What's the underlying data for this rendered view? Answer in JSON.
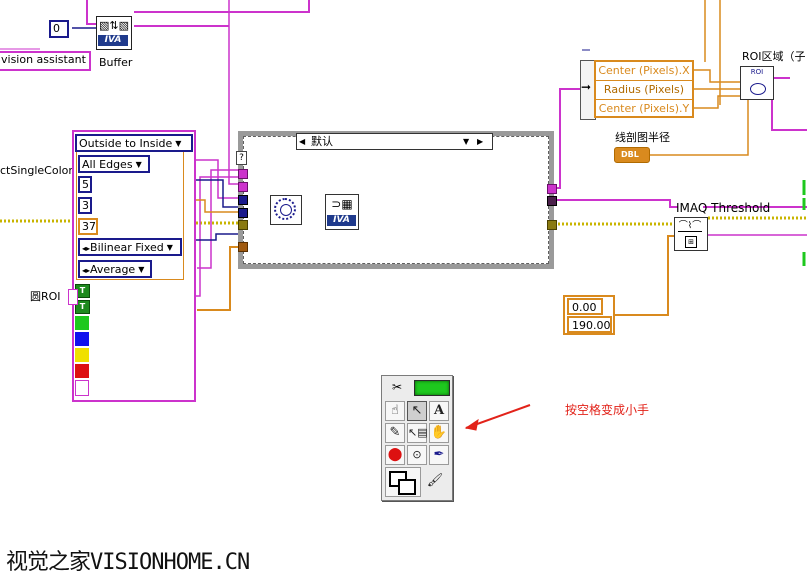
{
  "buffer_index_const": "0",
  "vision_assistant_label": "vision assistant",
  "buffer_label": "Buffer",
  "iva_tag": "IVA",
  "roi_label": "ROI区域（子",
  "roi_icon_text": "ROI",
  "cluster_fields": [
    "Center (Pixels).X",
    "Radius (Pixels)",
    "Center (Pixels).Y"
  ],
  "radius_label": "线剖图半径",
  "dbl_tag": "DBL",
  "imaq_threshold_label": "IMAQ Threshold",
  "threshold_values": [
    "0.00",
    "190.00"
  ],
  "left_label_cut": "ctSingleColor",
  "circle_roi_label": "圆ROI",
  "case_selector_value": "默认",
  "question_tag": "?",
  "param_cluster": {
    "direction": "Outside to Inside",
    "edges": "All Edges",
    "values": [
      "5",
      "3",
      "37"
    ],
    "interpolation": "Bilinear Fixed",
    "method": "Average"
  },
  "bool_glyph": "T",
  "annotation_text": "按空格变成小手",
  "watermark": "视觉之家VISIONHOME.CN",
  "colors": {
    "pink_wire": "#cc33cc",
    "orange_wire": "#d98a1e",
    "blue_border": "#1a1a8c",
    "annotation_red": "#e2231a",
    "green": "#1ec81e"
  },
  "palette_tools": [
    "operate-value-icon",
    "position-select-icon",
    "edit-text-icon",
    "connect-wire-icon",
    "object-shortcut-menu-icon",
    "scroll-window-icon",
    "set-clear-breakpoint-icon",
    "probe-data-icon",
    "get-color-icon",
    "set-color-icon"
  ]
}
